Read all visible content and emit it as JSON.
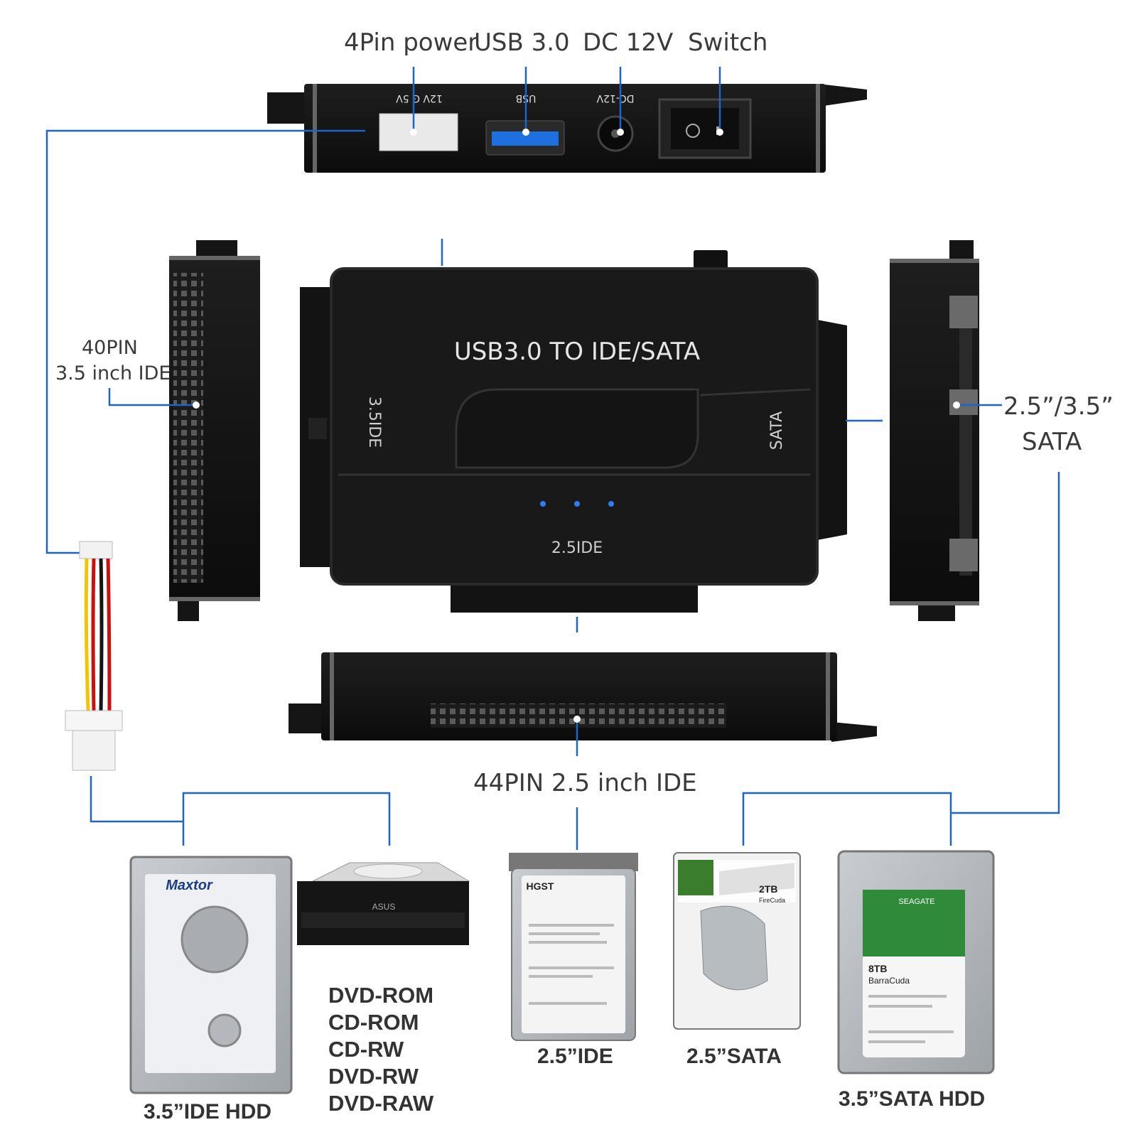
{
  "top_labels": {
    "power": "4Pin power",
    "usb": "USB 3.0",
    "dc": "DC 12V",
    "switch": "Switch"
  },
  "port_marks": {
    "power": "12V G 5V",
    "usb": "USB",
    "dc": "DC-12V"
  },
  "adapter": {
    "title": "USB3.0 TO IDE/SATA",
    "left_port": "3.5IDE",
    "right_port": "SATA",
    "bottom_port": "2.5IDE"
  },
  "side_labels": {
    "ide40_line1": "40PIN",
    "ide40_line2": "3.5 inch IDE",
    "sata_line1": "2.5”/3.5”",
    "sata_line2": "SATA",
    "ide44": "44PIN 2.5 inch IDE"
  },
  "devices": {
    "ide35_hdd": "3.5”IDE HDD",
    "ide25": "2.5”IDE",
    "sata25": "2.5”SATA",
    "sata35_hdd": "3.5”SATA HDD"
  },
  "optical_list": [
    "DVD-ROM",
    "CD-ROM",
    "CD-RW",
    "DVD-RW",
    "DVD-RAW"
  ],
  "drive_labels": {
    "maxtor_brand": "Maxtor",
    "asus_brand": "ASUS",
    "hgst_brand": "HGST",
    "sata25_capacity": "2TB",
    "sata25_model": "FireCuda",
    "sata35_brand": "SEAGATE",
    "sata35_capacity": "8TB",
    "sata35_model": "BarraCuda"
  },
  "colors": {
    "connector_line": "#1f64c8",
    "device_body": "#141414",
    "led": "#2f7bff",
    "usb_port": "#1e6fe0"
  }
}
